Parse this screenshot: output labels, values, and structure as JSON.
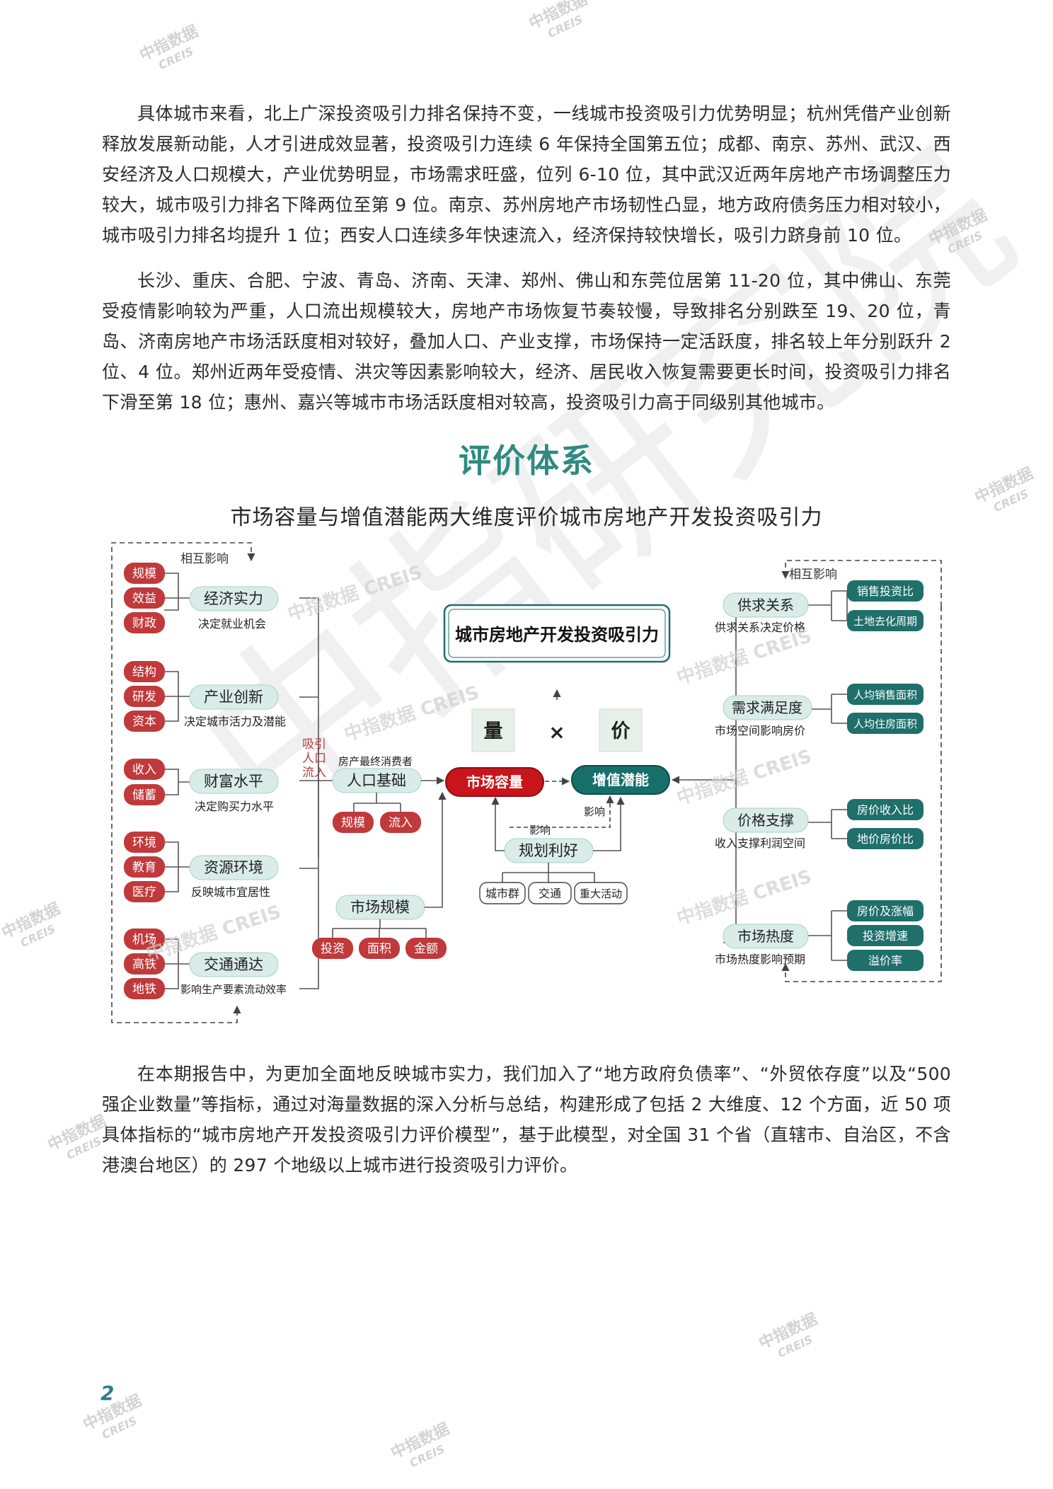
{
  "paragraphs": {
    "p1": "具体城市来看，北上广深投资吸引力排名保持不变，一线城市投资吸引力优势明显；杭州凭借产业创新释放发展新动能，人才引进成效显著，投资吸引力连续 6 年保持全国第五位；成都、南京、苏州、武汉、西安经济及人口规模大，产业优势明显，市场需求旺盛，位列 6-10 位，其中武汉近两年房地产市场调整压力较大，城市吸引力排名下降两位至第 9 位。南京、苏州房地产市场韧性凸显，地方政府债务压力相对较小，城市吸引力排名均提升 1 位；西安人口连续多年快速流入，经济保持较快增长，吸引力跻身前 10 位。",
    "p2": "长沙、重庆、合肥、宁波、青岛、济南、天津、郑州、佛山和东莞位居第 11-20 位，其中佛山、东莞受疫情影响较为严重，人口流出规模较大，房地产市场恢复节奏较慢，导致排名分别跌至 19、20 位，青岛、济南房地产市场活跃度相对较好，叠加人口、产业支撑，市场保持一定活跃度，排名较上年分别跃升 2 位、4 位。郑州近两年受疫情、洪灾等因素影响较大，经济、居民收入恢复需要更长时间，投资吸引力排名下滑至第 18 位；惠州、嘉兴等城市市场活跃度相对较高，投资吸引力高于同级别其他城市。",
    "p3": "在本期报告中，为更加全面地反映城市实力，我们加入了“地方政府负债率”、“外贸依存度”以及“500 强企业数量”等指标，通过对海量数据的深入分析与总结，构建形成了包括 2 大维度、12 个方面，近 50 项具体指标的“城市房地产开发投资吸引力评价模型”，基于此模型，对全国 31 个省（直辖市、自治区，不含港澳台地区）的 297 个地级以上城市进行投资吸引力评价。"
  },
  "section_title": "评价体系",
  "diagram": {
    "title": "市场容量与增值潜能两大维度评价城市房地产开发投资吸引力",
    "center": {
      "main": "城市房地产开发投资吸引力",
      "liang": "量",
      "times": "×",
      "jia": "价",
      "capacity": "市场容量",
      "potential": "增值潜能"
    },
    "mutual_left": "相互影响",
    "mutual_right": "相互影响",
    "left_groups": [
      {
        "title": "经济实力",
        "desc": "决定就业机会",
        "tags": [
          "规模",
          "效益",
          "财政"
        ]
      },
      {
        "title": "产业创新",
        "desc": "决定城市活力及潜能",
        "tags": [
          "结构",
          "研发",
          "资本"
        ]
      },
      {
        "title": "财富水平",
        "desc": "决定购买力水平",
        "tags": [
          "收入",
          "储蓄"
        ]
      },
      {
        "title": "资源环境",
        "desc": "反映城市宜居性",
        "tags": [
          "环境",
          "教育",
          "医疗"
        ]
      },
      {
        "title": "交通通达",
        "desc": "影响生产要素流动效率",
        "tags": [
          "机场",
          "高铁",
          "地铁"
        ]
      }
    ],
    "middle": {
      "attract_label": [
        "吸引",
        "人口",
        "流入"
      ],
      "consumer_note": "房产最终消费者",
      "population": "人口基础",
      "population_tags": [
        "规模",
        "流入"
      ],
      "market_scale": "市场规模",
      "market_tags": [
        "投资",
        "面积",
        "金额"
      ],
      "planning": "规划利好",
      "influence_top": "影响",
      "influence_right": "影响",
      "planning_tags": [
        "城市群",
        "交通",
        "重大活动"
      ]
    },
    "right_groups": [
      {
        "title": "供求关系",
        "desc": "供求关系决定价格",
        "tags": [
          "销售投资比",
          "土地去化周期"
        ]
      },
      {
        "title": "需求满足度",
        "desc": "市场空间影响房价",
        "tags": [
          "人均销售面积",
          "人均住房面积"
        ]
      },
      {
        "title": "价格支撑",
        "desc": "收入支撑利润空间",
        "tags": [
          "房价收入比",
          "地价房价比"
        ]
      },
      {
        "title": "市场热度",
        "desc": "市场热度影响预期",
        "tags": [
          "房价及涨幅",
          "投资增速",
          "溢价率"
        ]
      }
    ]
  },
  "watermarks": {
    "logo_text": "中指数据",
    "logo_sub": "CREIS",
    "inline": "中指数据 CREIS",
    "big": "中指研究院"
  },
  "page_number": "2",
  "colors": {
    "teal_title": "#2f8a80",
    "red_tag": "#c0393b",
    "teal_tag": "#1f6f6b",
    "pill_fill": "#d9ece8",
    "center_red": "#c8151b",
    "center_teal": "#176f6c"
  }
}
